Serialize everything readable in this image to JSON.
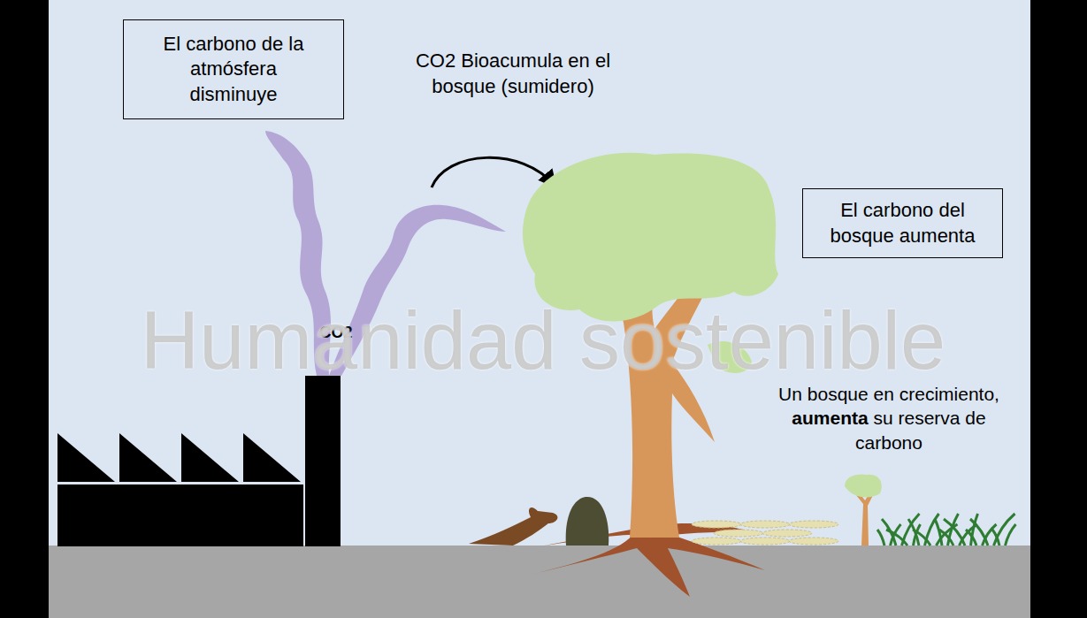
{
  "diagram": {
    "nodes": [
      {
        "text": [
          "El carbono de la atmósfera disminuye"
        ]
      },
      {
        "text": [
          "El carbono del bosque aumenta"
        ]
      }
    ],
    "labels": [
      "CO2 Bioacumula en el bosque (sumidero)",
      "CO2",
      "Humanidad sostenible",
      "Un bosque en crecimiento, aumenta su reserva de carbono"
    ]
  }
}
